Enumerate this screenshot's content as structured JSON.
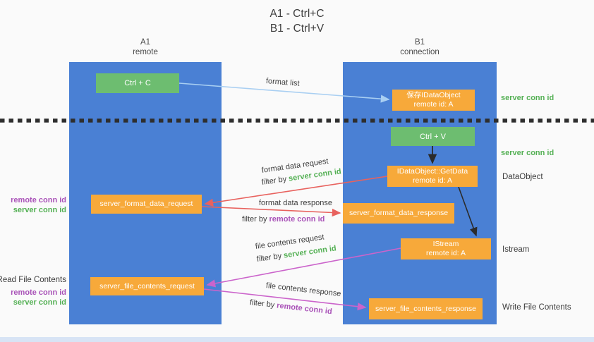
{
  "title": {
    "line1": "A1 - Ctrl+C",
    "line2": "B1 - Ctrl+V"
  },
  "lifelines": {
    "a1": {
      "id": "A1",
      "role": "remote"
    },
    "b1": {
      "id": "B1",
      "role": "connection"
    }
  },
  "nodes": {
    "ctrl_c": {
      "label": "Ctrl + C"
    },
    "ctrl_v": {
      "label": "Ctrl + V"
    },
    "save_dataobject": {
      "line1": "保存IDataObject",
      "line2": "remote id: A"
    },
    "getdata": {
      "line1": "IDataObject::GetData",
      "line2": "remote id: A"
    },
    "format_request": {
      "label": "server_format_data_request"
    },
    "format_response": {
      "label": "server_format_data_response"
    },
    "istream": {
      "line1": "IStream",
      "line2": "remote id: A"
    },
    "file_request": {
      "label": "server_file_contents_request"
    },
    "file_response": {
      "label": "server_file_contents_response"
    }
  },
  "arrows": {
    "format_list": {
      "label": "format list"
    },
    "format_data_request": {
      "label": "format data request",
      "filter_prefix": "filter by ",
      "filter_key": "server conn id"
    },
    "format_data_response": {
      "label": "format data response",
      "filter_prefix": "filter by ",
      "filter_key": "remote conn id"
    },
    "file_contents_request": {
      "label": "file contents request",
      "filter_prefix": "filter by ",
      "filter_key": "server conn id"
    },
    "file_contents_response": {
      "label": "file contents response",
      "filter_prefix": "filter by ",
      "filter_key": "remote conn id"
    }
  },
  "side_labels": {
    "right_server_conn_1": "server conn id",
    "right_server_conn_2": "server conn id",
    "dataobject": "DataObject",
    "istream": "Istream",
    "write_file_contents": "Write File Contents",
    "left_remote_conn_1": "remote conn id",
    "left_server_conn_1": "server conn id",
    "read_file_contents": "Read File Contents",
    "left_remote_conn_2": "remote conn id",
    "left_server_conn_2": "server conn id"
  },
  "colors": {
    "lifeline_blue": "#4a80d4",
    "node_green": "#6dbd70",
    "node_orange": "#f7a93a",
    "conn_id_green": "#54b054",
    "conn_id_purple": "#a952b8",
    "arrow_red": "#e8625e",
    "arrow_magenta": "#cb64cb",
    "arrow_lightblue": "#a9cff2",
    "separator_dark": "#2e2e2e"
  }
}
